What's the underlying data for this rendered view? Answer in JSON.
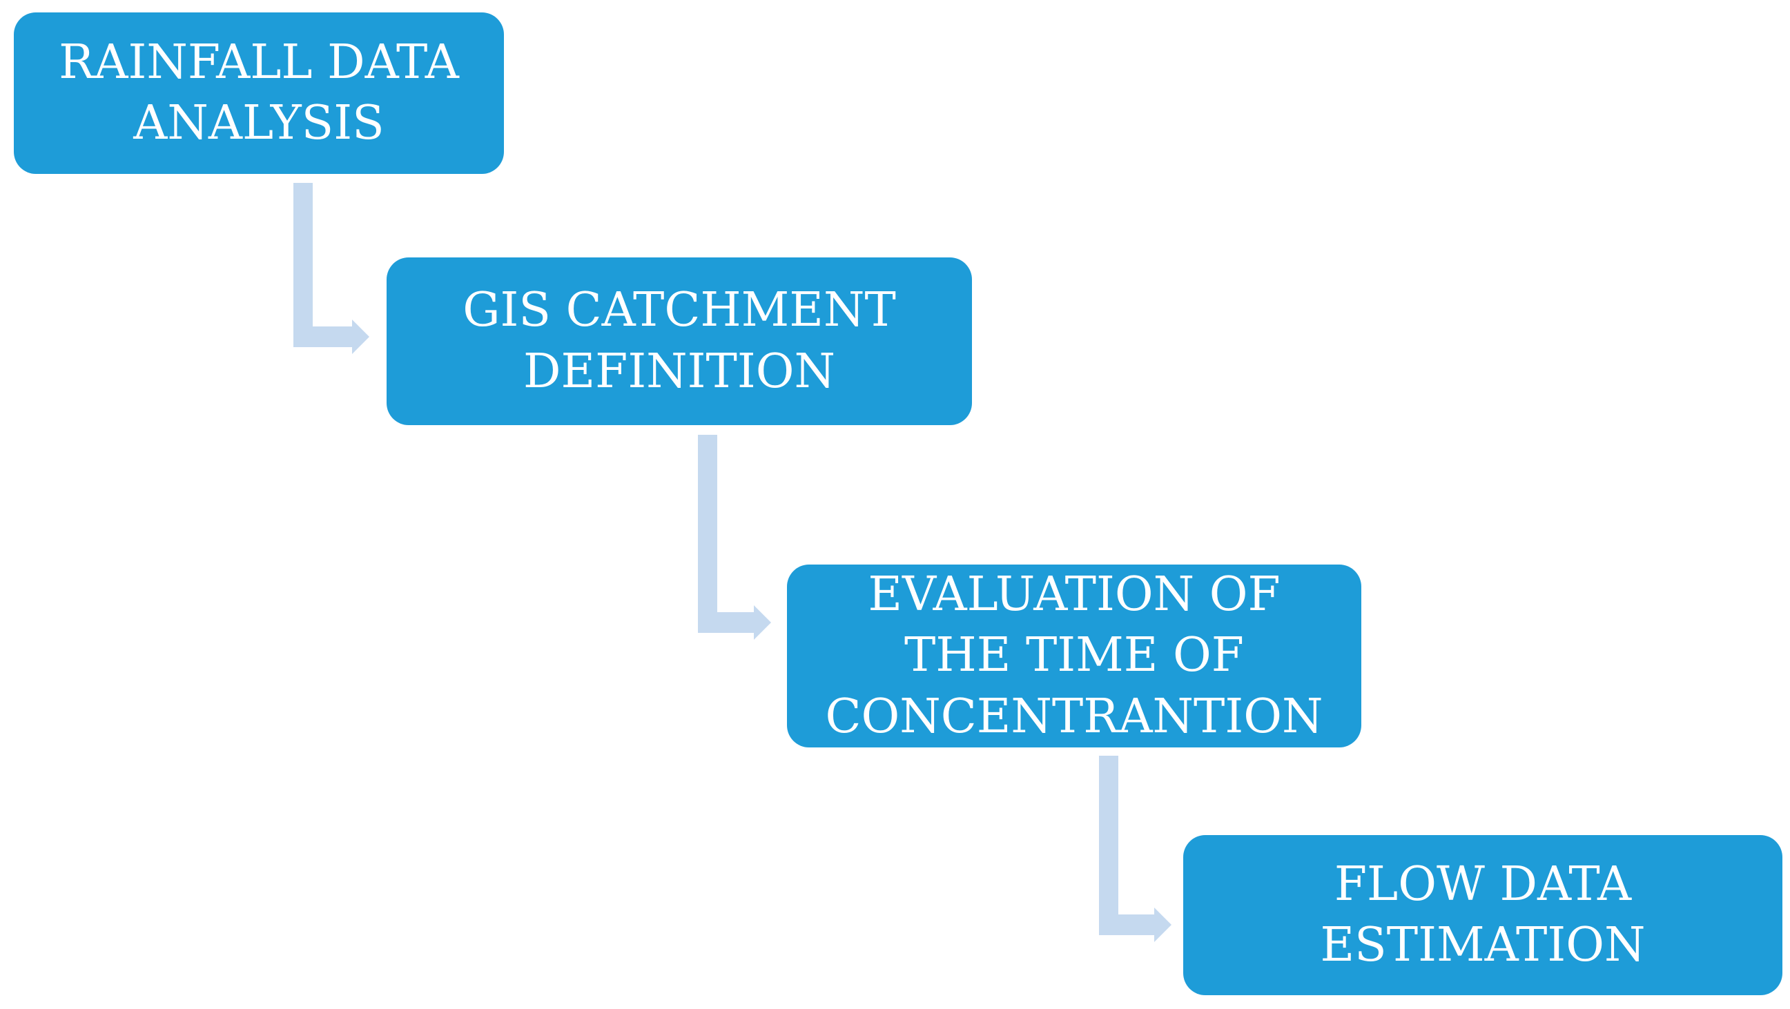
{
  "theme": {
    "box_color": "#1e9cd8",
    "box_text_color": "#ffffff",
    "connector_color": "#c5d9ef"
  },
  "steps": [
    {
      "lines": [
        "RAINFALL DATA",
        "ANALYSIS"
      ]
    },
    {
      "lines": [
        "GIS CATCHMENT",
        "DEFINITION"
      ]
    },
    {
      "lines": [
        "EVALUATION OF",
        "THE TIME OF",
        "CONCENTRANTION"
      ]
    },
    {
      "lines": [
        "FLOW DATA",
        "ESTIMATION"
      ]
    }
  ]
}
